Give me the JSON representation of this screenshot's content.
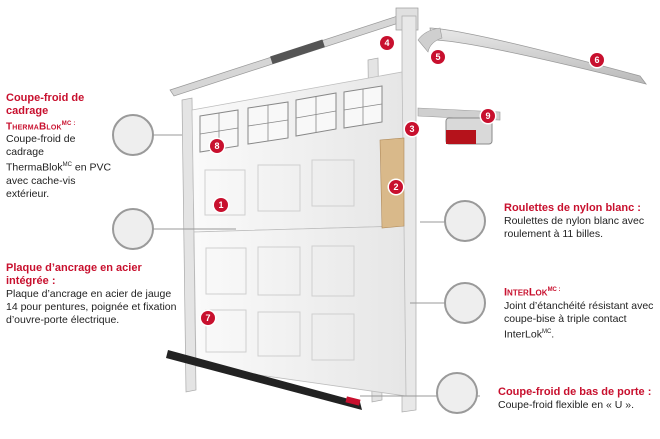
{
  "colors": {
    "accent": "#c8102e",
    "text": "#222222",
    "door": "#f2f2f2",
    "track": "#d0d0d0"
  },
  "markers": [
    "1",
    "2",
    "3",
    "4",
    "5",
    "6",
    "7",
    "8",
    "9"
  ],
  "callouts": {
    "coupe_froid_cadrage": {
      "title": "Coupe-froid de cadrage",
      "subtitle": "ThermaBlok",
      "subtitle_suffix": "MC :",
      "desc": [
        "Coupe-froid de cadrage",
        "ThermaBlok",
        "MC",
        " en PVC",
        "avec cache-vis extérieur."
      ]
    },
    "plaque_ancrage": {
      "title": "Plaque d’ancrage en acier intégrée :",
      "desc": [
        "Plaque d’ancrage en acier de jauge",
        "14 pour pentures, poignée et fixation",
        "d’ouvre-porte électrique."
      ]
    },
    "roulettes": {
      "title": "Roulettes de nylon blanc :",
      "desc": [
        "Roulettes de nylon blanc avec",
        "roulement à 11 billes."
      ]
    },
    "interlok": {
      "title": "InterLok",
      "title_suffix": "MC :",
      "desc": [
        "Joint d’étanchéité résistant avec",
        "coupe-bise à triple contact",
        "InterLok",
        "MC",
        "."
      ]
    },
    "coupe_froid_bas": {
      "title": "Coupe-froid de bas de porte :",
      "desc": [
        "Coupe-froid flexible en « U »."
      ]
    }
  }
}
